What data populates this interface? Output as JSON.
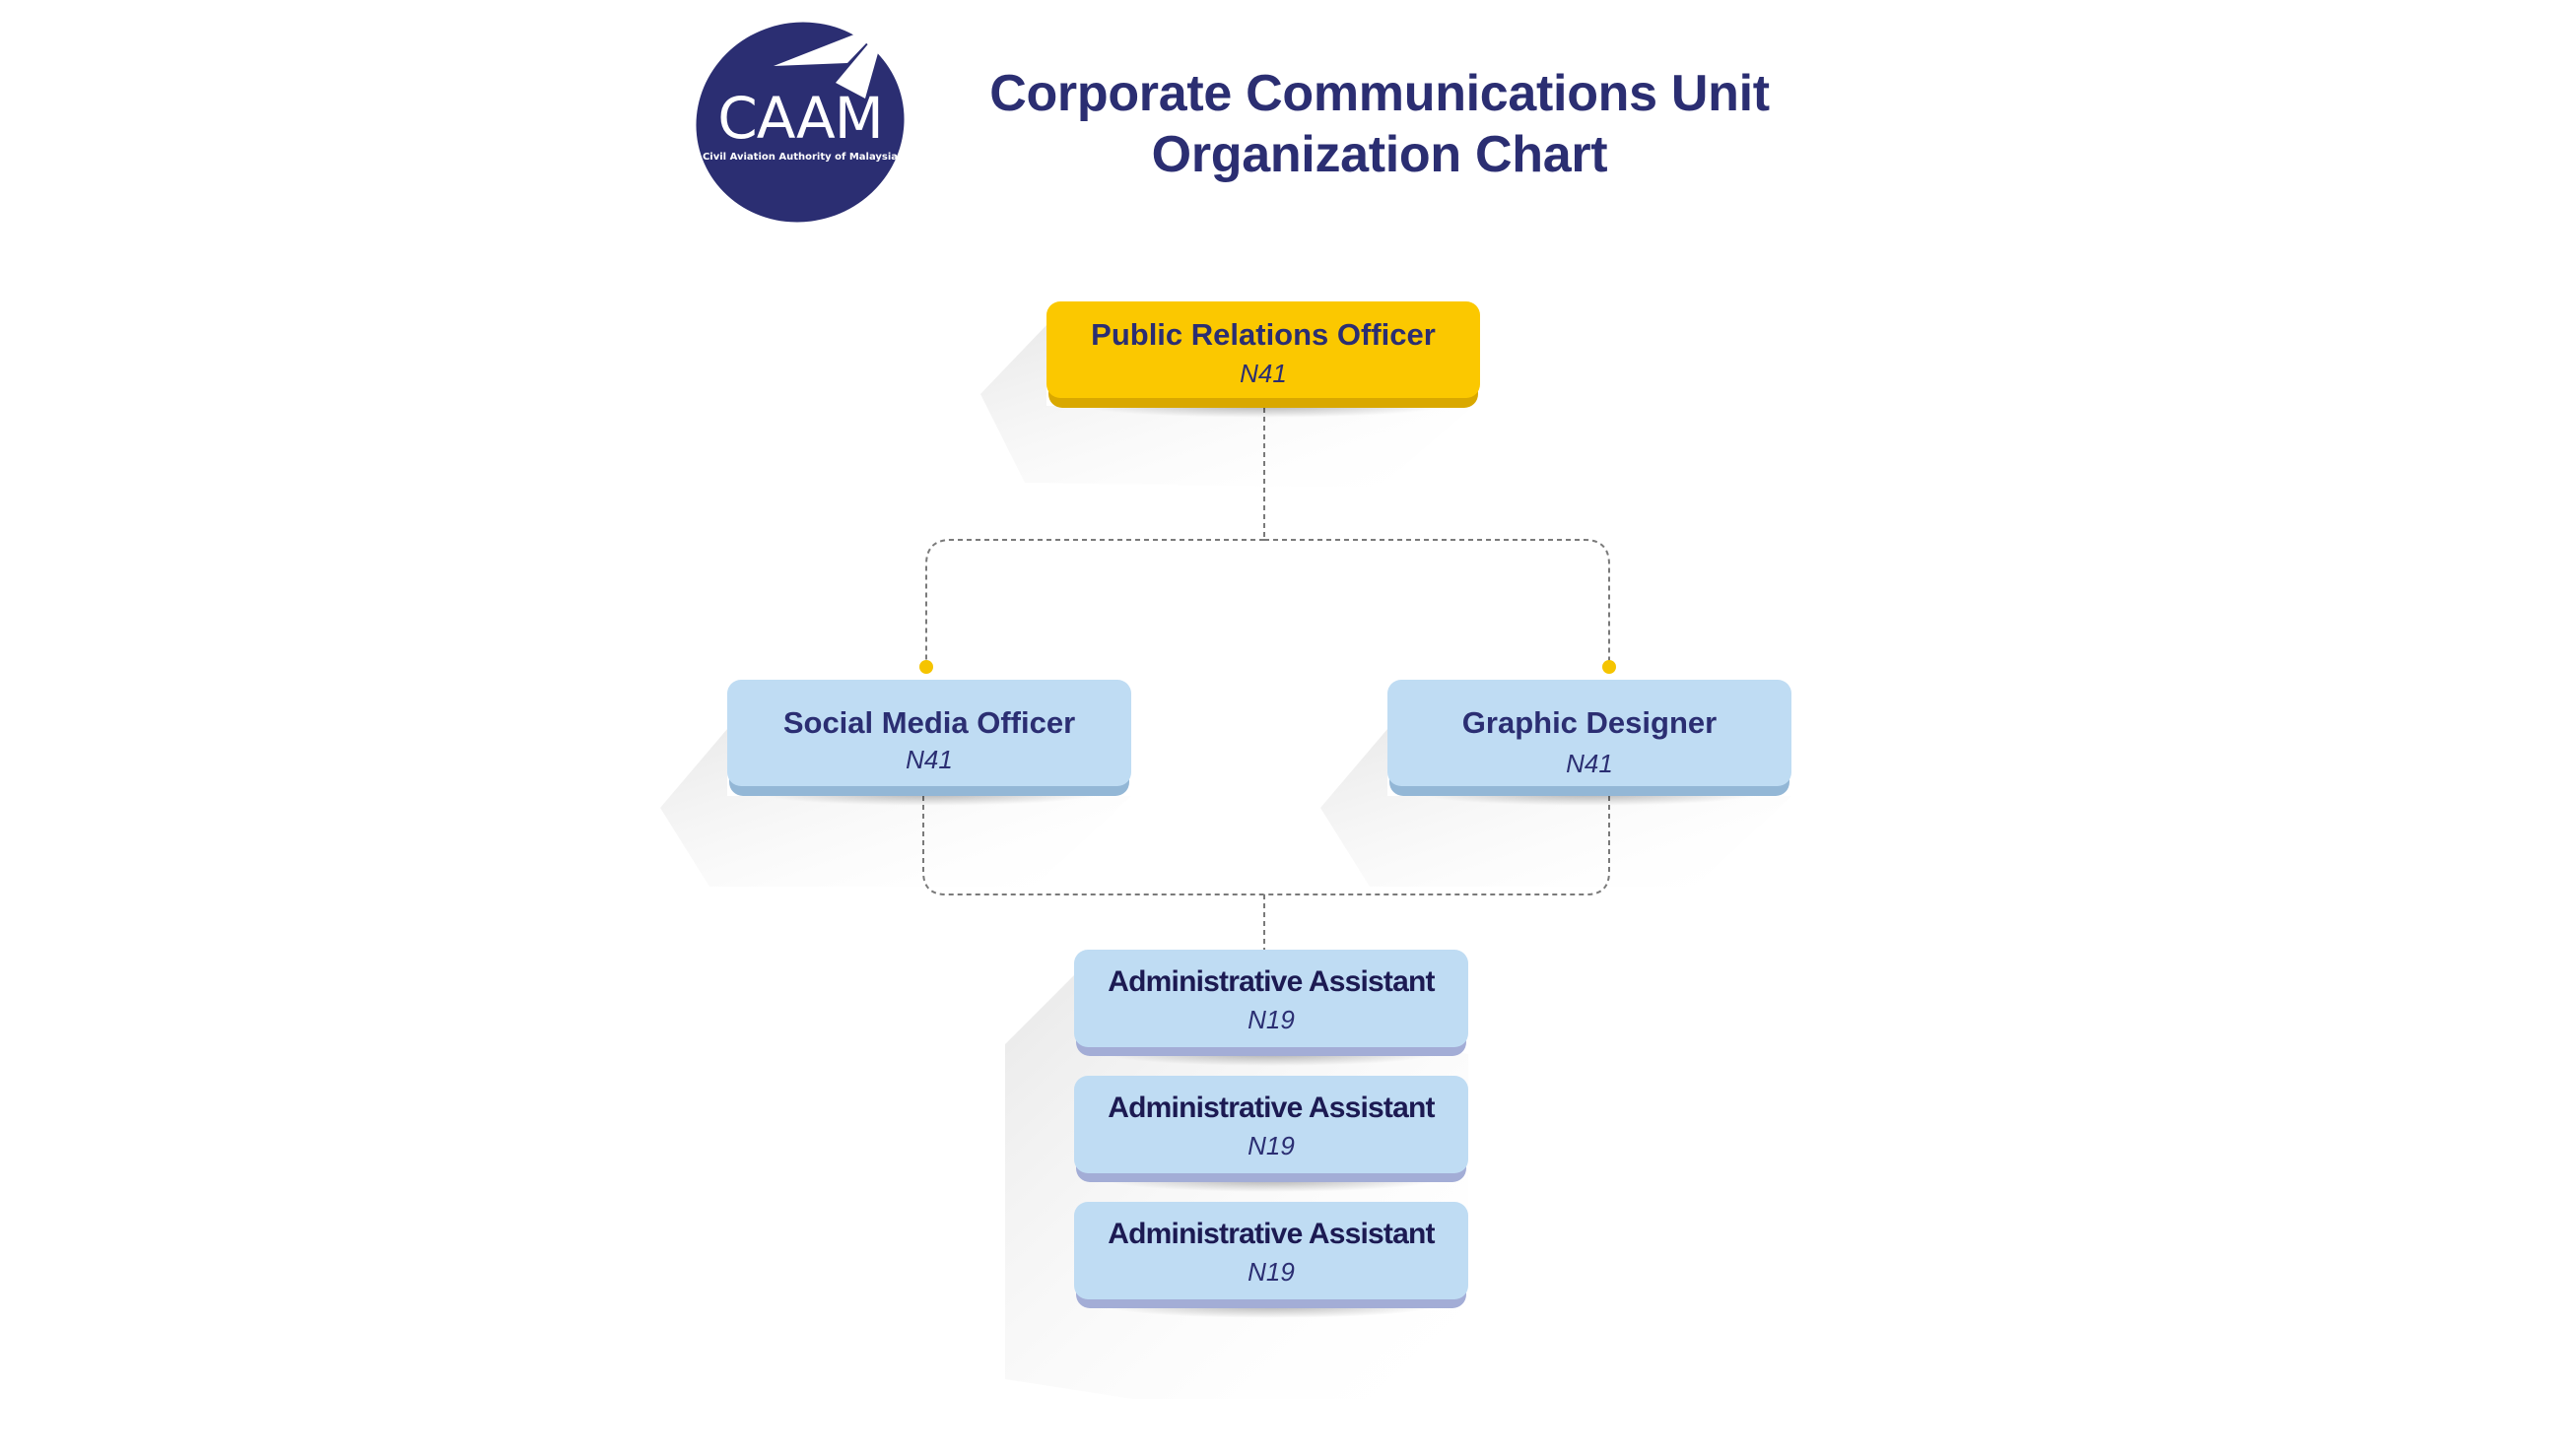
{
  "logo": {
    "wordmark": "CAAM",
    "tagline": "Civil Aviation Authority of Malaysia",
    "icon": "paper-plane-icon"
  },
  "title": {
    "line1": "Corporate Communications Unit",
    "line2": "Organization Chart"
  },
  "colors": {
    "brand_navy": "#2b2e72",
    "head_box": "#fbc800",
    "staff_box": "#bfdcf3",
    "connector_dot": "#f5c400",
    "connector_line": "#7a7a7a"
  },
  "org_chart": {
    "head": {
      "role": "Public Relations Officer",
      "grade": "N41"
    },
    "level2": [
      {
        "role": "Social Media Officer",
        "grade": "N41"
      },
      {
        "role": "Graphic Designer",
        "grade": "N41"
      }
    ],
    "level3": [
      {
        "role": "Administrative Assistant",
        "grade": "N19"
      },
      {
        "role": "Administrative Assistant",
        "grade": "N19"
      },
      {
        "role": "Administrative Assistant",
        "grade": "N19"
      }
    ],
    "relationships": [
      {
        "from": "Public Relations Officer",
        "to": "Social Media Officer"
      },
      {
        "from": "Public Relations Officer",
        "to": "Graphic Designer"
      },
      {
        "from": "Social Media Officer",
        "to": "Administrative Assistant"
      },
      {
        "from": "Graphic Designer",
        "to": "Administrative Assistant"
      }
    ]
  }
}
